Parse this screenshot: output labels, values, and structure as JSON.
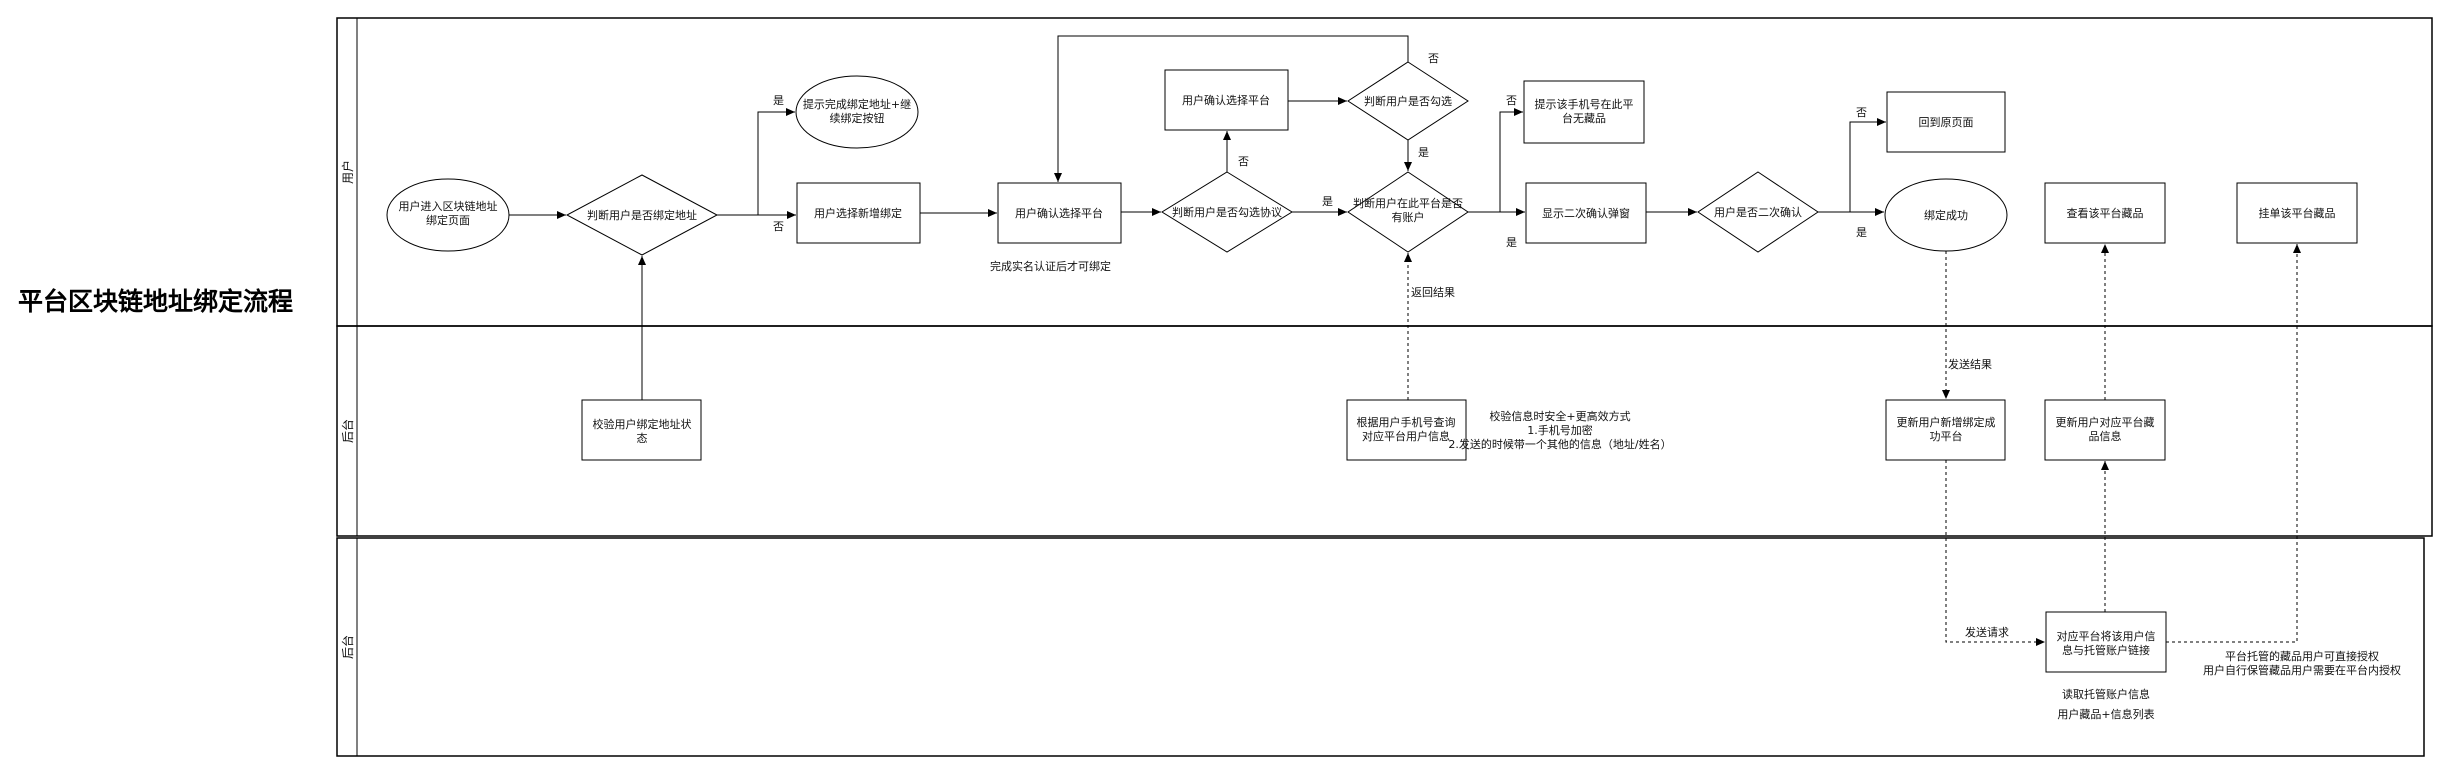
{
  "title": "平台区块链地址绑定流程",
  "lanes": [
    "用户",
    "后台",
    "后台"
  ],
  "nodes": {
    "enter": [
      "用户进入区块链地址",
      "绑定页面"
    ],
    "judge_bound": [
      "判断用户是否绑定地址"
    ],
    "show_done": [
      "提示完成绑定地址+继",
      "续绑定按钮"
    ],
    "select_new": [
      "用户选择新增绑定"
    ],
    "confirm_platform": [
      "用户确认选择平台"
    ],
    "judge_agree": [
      "判断用户是否勾选协议"
    ],
    "confirm_platform2": [
      "用户确认选择平台"
    ],
    "judge_checked": [
      "判断用户是否勾选"
    ],
    "judge_account": [
      "判断用户在此平台是否",
      "有账户"
    ],
    "no_items": [
      "提示该手机号在此平",
      "台无藏品"
    ],
    "show_second": [
      "显示二次确认弹窗"
    ],
    "judge_second": [
      "用户是否二次确认"
    ],
    "back_page": [
      "回到原页面"
    ],
    "bind_success": [
      "绑定成功"
    ],
    "view_items": [
      "查看该平台藏品"
    ],
    "list_items": [
      "挂单该平台藏品"
    ],
    "verify_status": [
      "校验用户绑定地址状",
      "态"
    ],
    "query_by_phone": [
      "根据用户手机号查询",
      "对应平台用户信息"
    ],
    "update_bind": [
      "更新用户新增绑定成",
      "功平台"
    ],
    "update_items": [
      "更新用户对应平台藏",
      "品信息"
    ],
    "platform_link": [
      "对应平台将该用户信",
      "息与托管账户链接"
    ]
  },
  "labels": {
    "yes": "是",
    "no": "否",
    "realname": "完成实名认证后才可绑定",
    "return_result": "返回结果",
    "verify_note": [
      "校验信息时安全+更高效方式",
      "1.手机号加密",
      "2.发送的时候带一个其他的信息（地址/姓名）"
    ],
    "send_result": "发送结果",
    "send_request": "发送请求",
    "read_account": [
      "读取托管账户信息",
      "用户藏品+信息列表"
    ],
    "auth_note": [
      "平台托管的藏品用户可直接授权",
      "用户自行保管藏品用户需要在平台内授权"
    ]
  }
}
